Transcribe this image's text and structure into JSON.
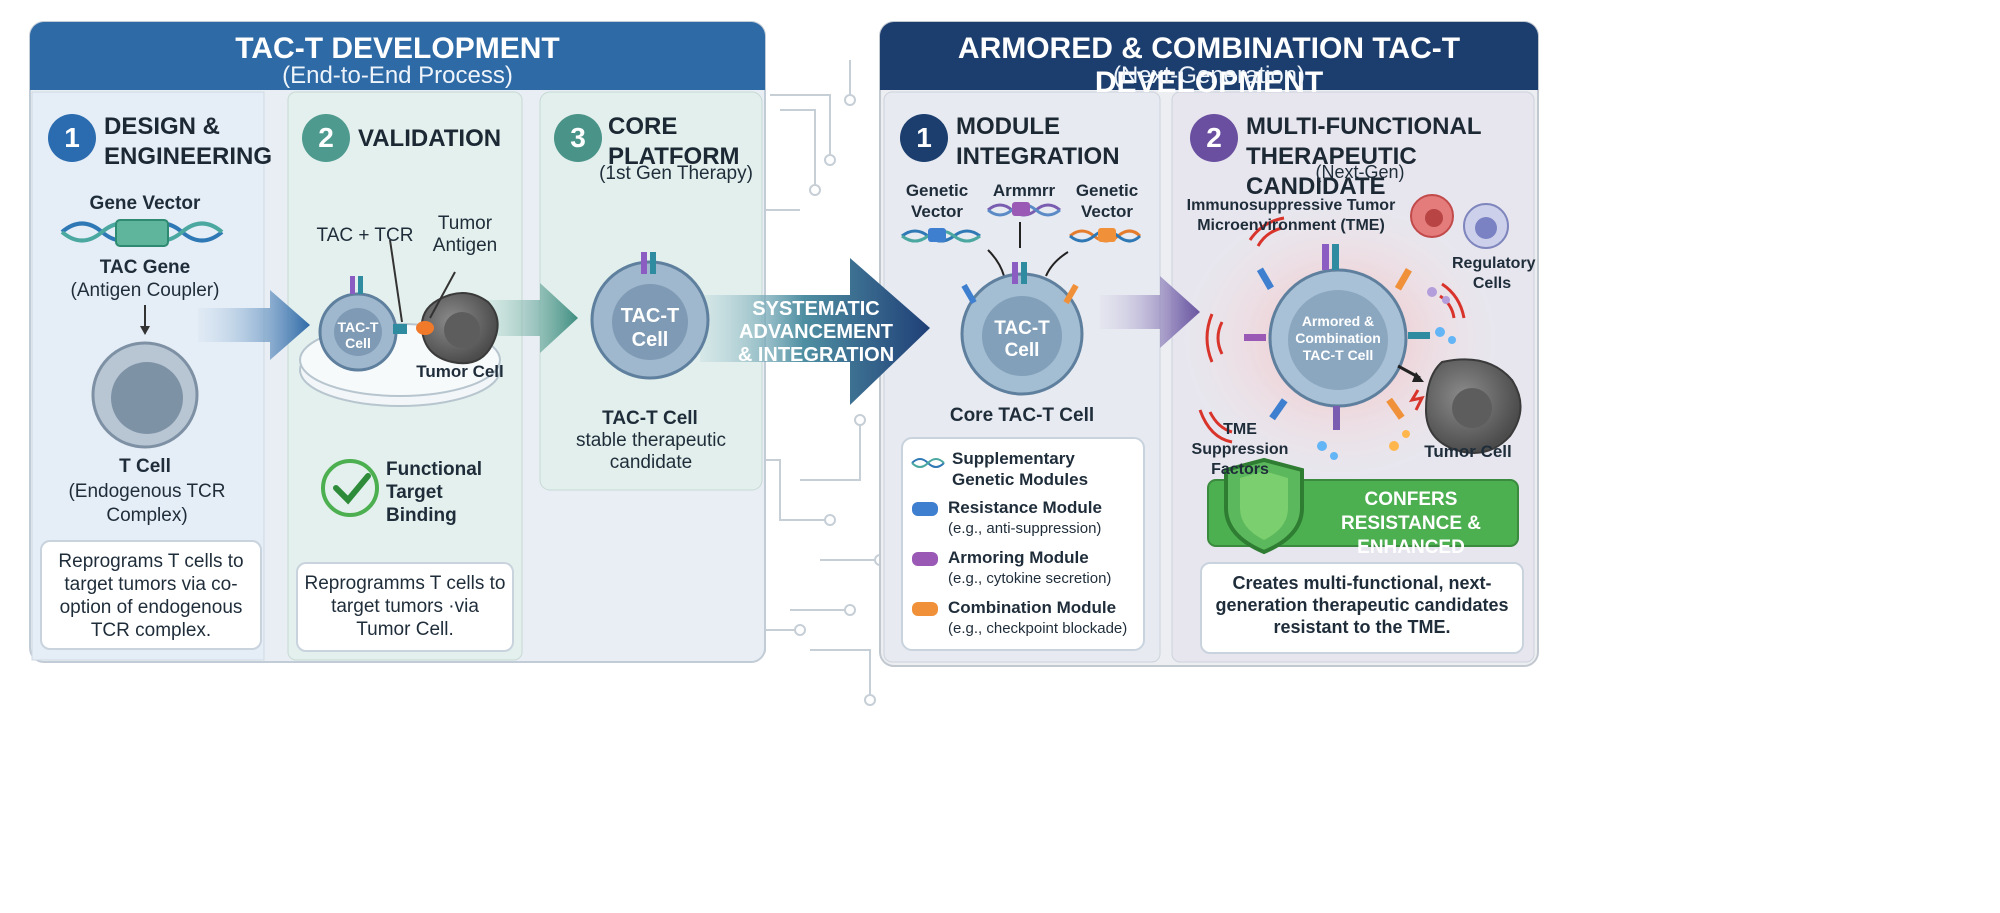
{
  "left_header": {
    "title": "TAC-T DEVELOPMENT",
    "subtitle": "(End-to-End Process)"
  },
  "right_header": {
    "title": "ARMORED & COMBINATION TAC-T DEVELOPMENT",
    "subtitle": "(Next-Generation)"
  },
  "step1": {
    "number": "1",
    "title": "DESIGN & ENGINEERING",
    "gene_vector": "Gene Vector",
    "tac_gene": "TAC Gene",
    "antigen_coupler": "(Antigen Coupler)",
    "t_cell": "T Cell",
    "t_cell_desc": "(Endogenous TCR Complex)",
    "callout": "Reprograms T cells to target tumors via co-option of endogenous TCR complex."
  },
  "step2": {
    "number": "2",
    "title": "VALIDATION",
    "tac_tcr": "TAC + TCR",
    "tumor_antigen": "Tumor Antigen",
    "cell_label": "TAC-T Cell",
    "tumor_cell": "Tumor Cell",
    "check_text": "Functional Target Binding",
    "callout": "Reprogramms T cells to target tumors ·via Tumor Cell."
  },
  "step3": {
    "number": "3",
    "title": "CORE PLATFORM",
    "subtitle": "(1st Gen Therapy)",
    "cell_label": "TAC-T Cell",
    "caption_title": "TAC-T Cell",
    "caption_text": "stable therapeutic candidate"
  },
  "arrow": {
    "text": "SYSTEMATIC ADVANCEMENT & INTEGRATION"
  },
  "module": {
    "number": "1",
    "title": "MODULE INTEGRATION",
    "genetic_vector_left": "Genetic Vector",
    "armor_label": "Armmrr",
    "genetic_vector_right": "Genetic Vector",
    "cell_label": "TAC-T Cell",
    "core_caption": "Core TAC-T Cell",
    "legend_title": "Supplementary Genetic Modules",
    "legend": [
      {
        "name": "Resistance Module",
        "desc": "(e.g., anti-suppression)",
        "color": "#3f7fcf"
      },
      {
        "name": "Armoring Module",
        "desc": "(e.g., cytokine secretion)",
        "color": "#9b59b6"
      },
      {
        "name": "Combination Module",
        "desc": "(e.g., checkpoint blockade)",
        "color": "#f0913a"
      }
    ]
  },
  "multi": {
    "number": "2",
    "title": "MULTI-FUNCTIONAL THERAPEUTIC CANDIDATE",
    "subtitle": "(Next-Gen)",
    "tme_label": "Immunosuppressive Tumor Microenvironment (TME)",
    "regulatory": "Regulatory Cells",
    "cell_label": "Armored & Combination TAC-T Cell",
    "tme_factors": "TME Suppression Factors",
    "tumor_cell": "Tumor Cell",
    "banner": "CONFERS RESISTANCE & ENHANCED FUNCTION",
    "callout": "Creates multi-functional, next-generation therapeutic candidates resistant to the TME."
  },
  "colors": {
    "left_header": "#2d6aa6",
    "right_header": "#1c3e6e",
    "step1": "#2b6cb0",
    "step2": "#4e9a8f",
    "step3": "#4a9388",
    "module": "#1c3e6e",
    "multi": "#6a4fa0",
    "banner": "#4caf50"
  }
}
